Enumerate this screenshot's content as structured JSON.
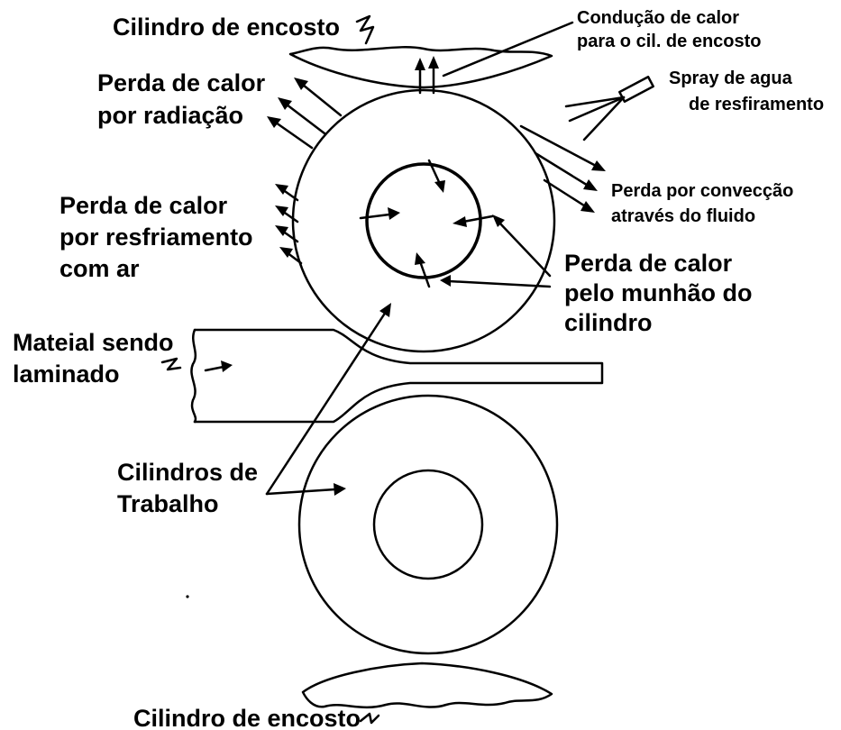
{
  "diagram": {
    "colors": {
      "ink": "#000000",
      "background": "#ffffff"
    },
    "labels": {
      "backup_roll_top": "Cilindro de encosto",
      "conduction_line1": "Condução de calor",
      "conduction_line2": "para o cil. de encosto",
      "spray_line1": "Spray de agua",
      "spray_line2": "de resfiramento",
      "radiation_line1": "Perda de calor",
      "radiation_line2": "por radiação",
      "convection_line1": "Perda por convecção",
      "convection_line2": "através do fluido",
      "air_line1": "Perda de calor",
      "air_line2": "por resfriamento",
      "air_line3": "com ar",
      "journal_line1": "Perda de calor",
      "journal_line2": "pelo munhão do",
      "journal_line3": "cilindro",
      "material_line1": "Mateial sendo",
      "material_line2": "laminado",
      "work_rolls_line1": "Cilindros de",
      "work_rolls_line2": "Trabalho",
      "backup_roll_bottom": "Cilindro de encosto"
    }
  }
}
